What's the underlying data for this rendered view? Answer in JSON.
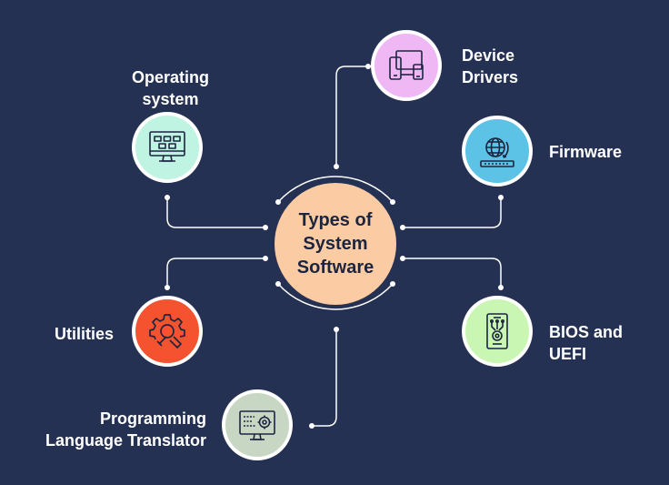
{
  "center": {
    "lines": [
      "Types of",
      "System",
      "Software"
    ],
    "color": "#fbcba4"
  },
  "nodes": [
    {
      "id": "operating-system",
      "lines": [
        "Operating",
        "system"
      ],
      "icon": "monitor-desktop-icon",
      "color": "#bff3e2"
    },
    {
      "id": "device-drivers",
      "lines": [
        "Device",
        "Drivers"
      ],
      "icon": "devices-icon",
      "color": "#efb8f5"
    },
    {
      "id": "firmware",
      "lines": [
        "Firmware"
      ],
      "icon": "globe-chip-icon",
      "color": "#5cc3e6"
    },
    {
      "id": "bios-uefi",
      "lines": [
        "BIOS and",
        "UEFI"
      ],
      "icon": "chip-board-icon",
      "color": "#c9f7b3"
    },
    {
      "id": "utilities",
      "lines": [
        "Utilities"
      ],
      "icon": "gear-wrench-icon",
      "color": "#f5532f"
    },
    {
      "id": "programming-language-translator",
      "lines": [
        "Programming",
        "Language Translator"
      ],
      "icon": "code-monitor-icon",
      "color": "#c8d7c3"
    }
  ],
  "colors": {
    "background": "#243152",
    "connector": "#ffffff"
  }
}
